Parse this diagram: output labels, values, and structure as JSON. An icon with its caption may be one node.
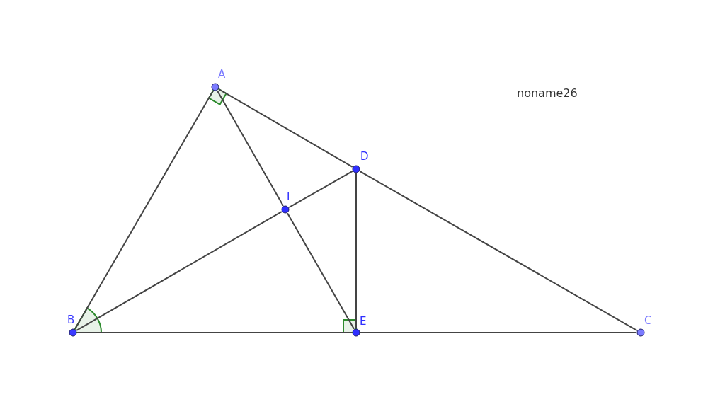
{
  "diagram": {
    "nodes": [
      {
        "text": [
          "A"
        ]
      },
      {
        "text": [
          "B"
        ]
      },
      {
        "text": [
          "C"
        ]
      },
      {
        "text": [
          "D"
        ]
      },
      {
        "text": [
          "E"
        ]
      },
      {
        "text": [
          "I"
        ]
      }
    ],
    "edges": [
      {
        "from": 1,
        "to": 0,
        "arrow": "none"
      },
      {
        "from": 0,
        "to": 3,
        "arrow": "none"
      },
      {
        "from": 3,
        "to": 2,
        "arrow": "none"
      },
      {
        "from": 1,
        "to": 4,
        "arrow": "none"
      },
      {
        "from": 4,
        "to": 2,
        "arrow": "none"
      },
      {
        "from": 0,
        "to": 5,
        "arrow": "none"
      },
      {
        "from": 5,
        "to": 4,
        "arrow": "none"
      },
      {
        "from": 1,
        "to": 5,
        "arrow": "none"
      },
      {
        "from": 5,
        "to": 3,
        "arrow": "none"
      },
      {
        "from": 3,
        "to": 4,
        "arrow": "none"
      }
    ],
    "labels": [
      "noname26"
    ]
  }
}
